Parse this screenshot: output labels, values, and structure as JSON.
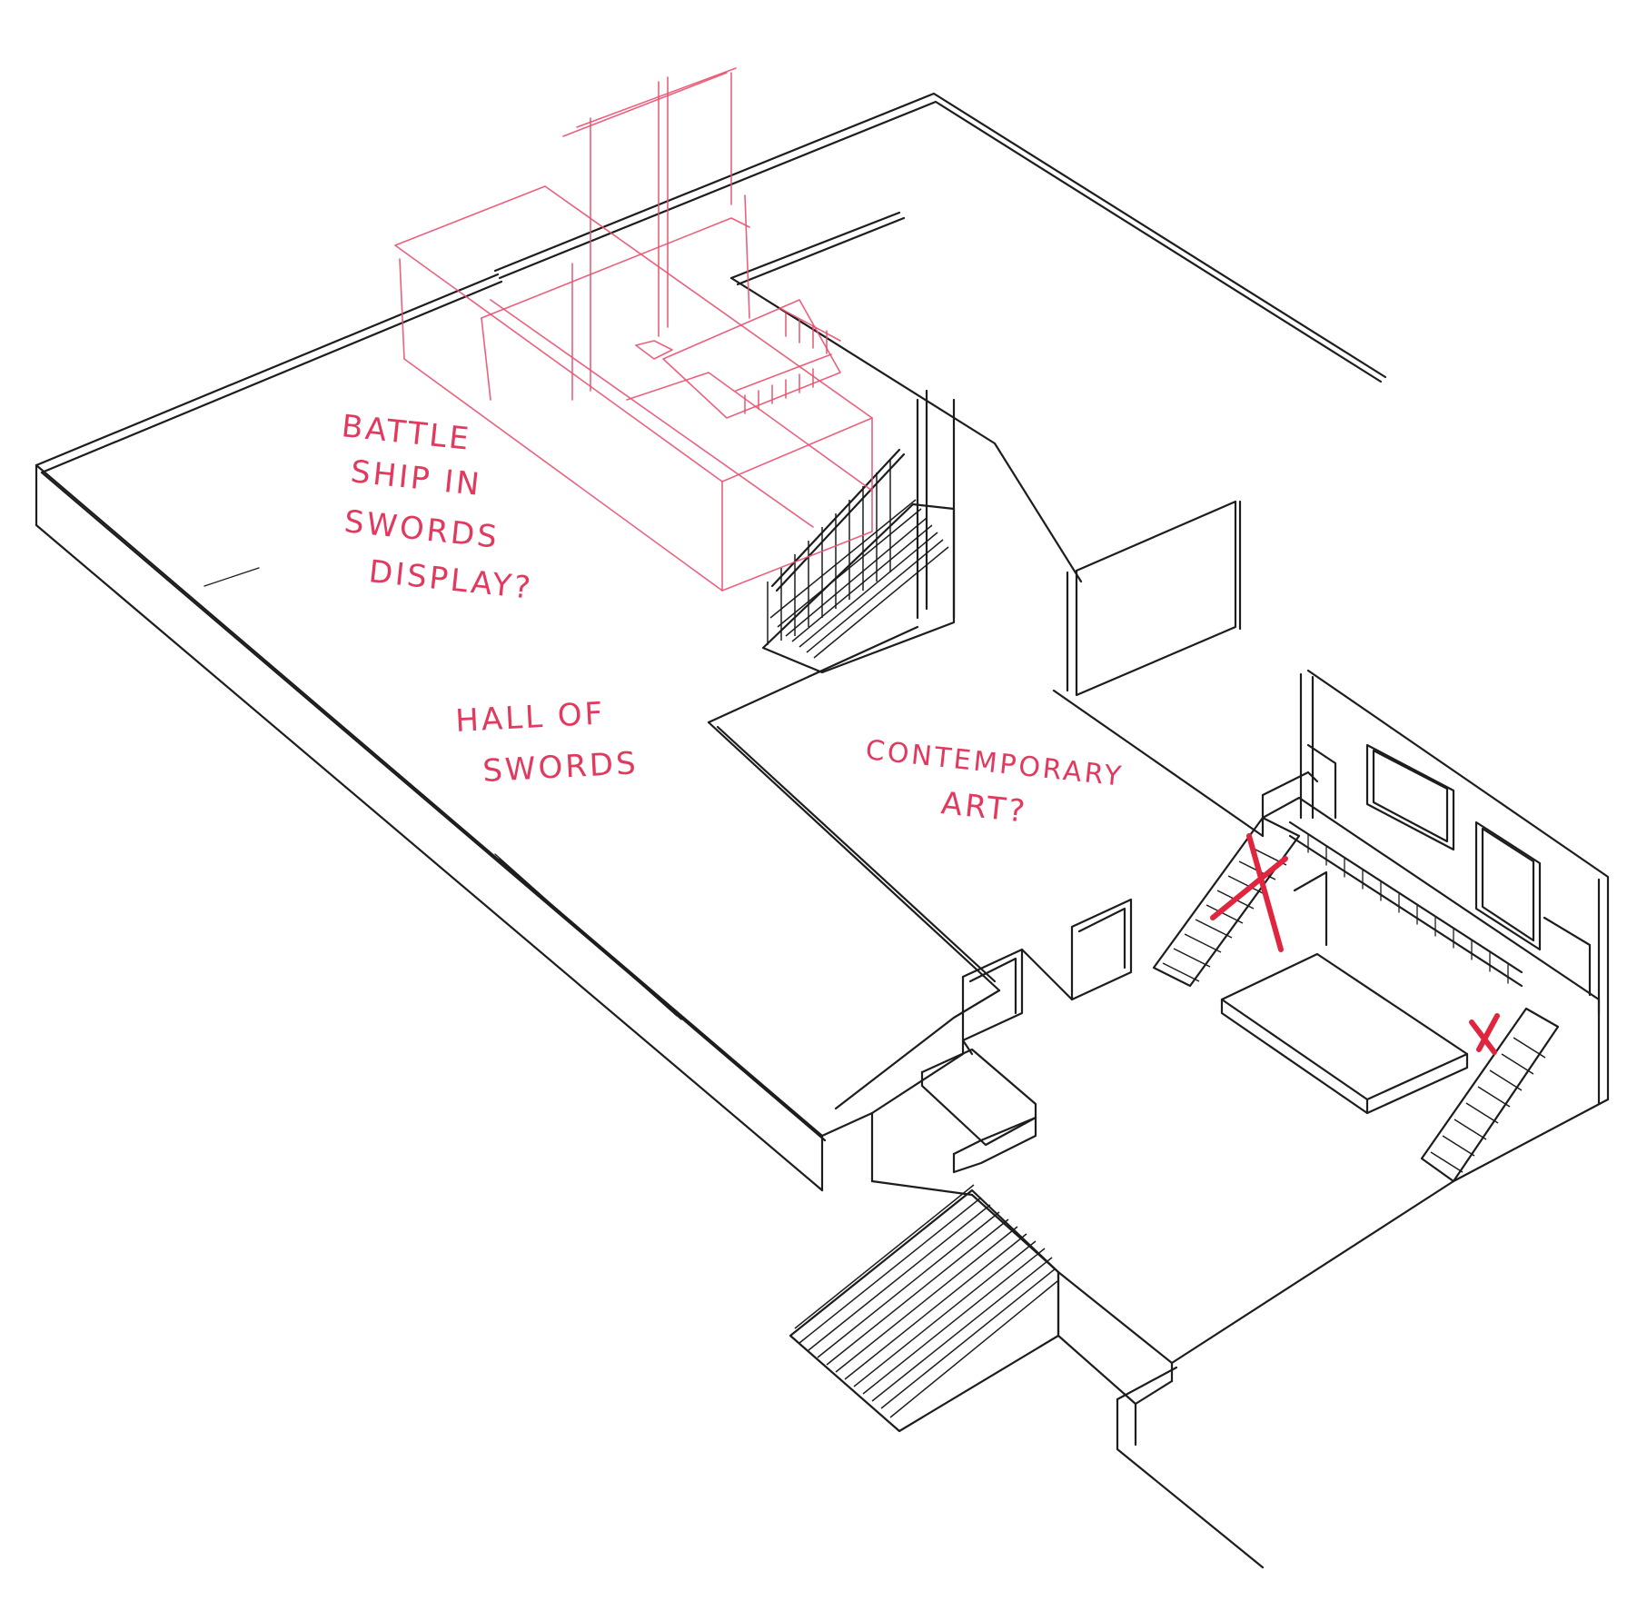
{
  "labels": {
    "battleship_line1": "BATTLE",
    "battleship_line2": "SHIP IN",
    "battleship_line3": "SWORDS",
    "battleship_line4": "DISPLAY?",
    "hall_line1": "HALL OF",
    "hall_line2": "SWORDS",
    "contemporary_line1": "CONTEMPORARY",
    "contemporary_line2": "ART?"
  },
  "colors": {
    "ink": "#1d1d1d",
    "annotation": "#e23a5f",
    "construction": "#e8506e",
    "cross_mark": "#e0253f"
  }
}
